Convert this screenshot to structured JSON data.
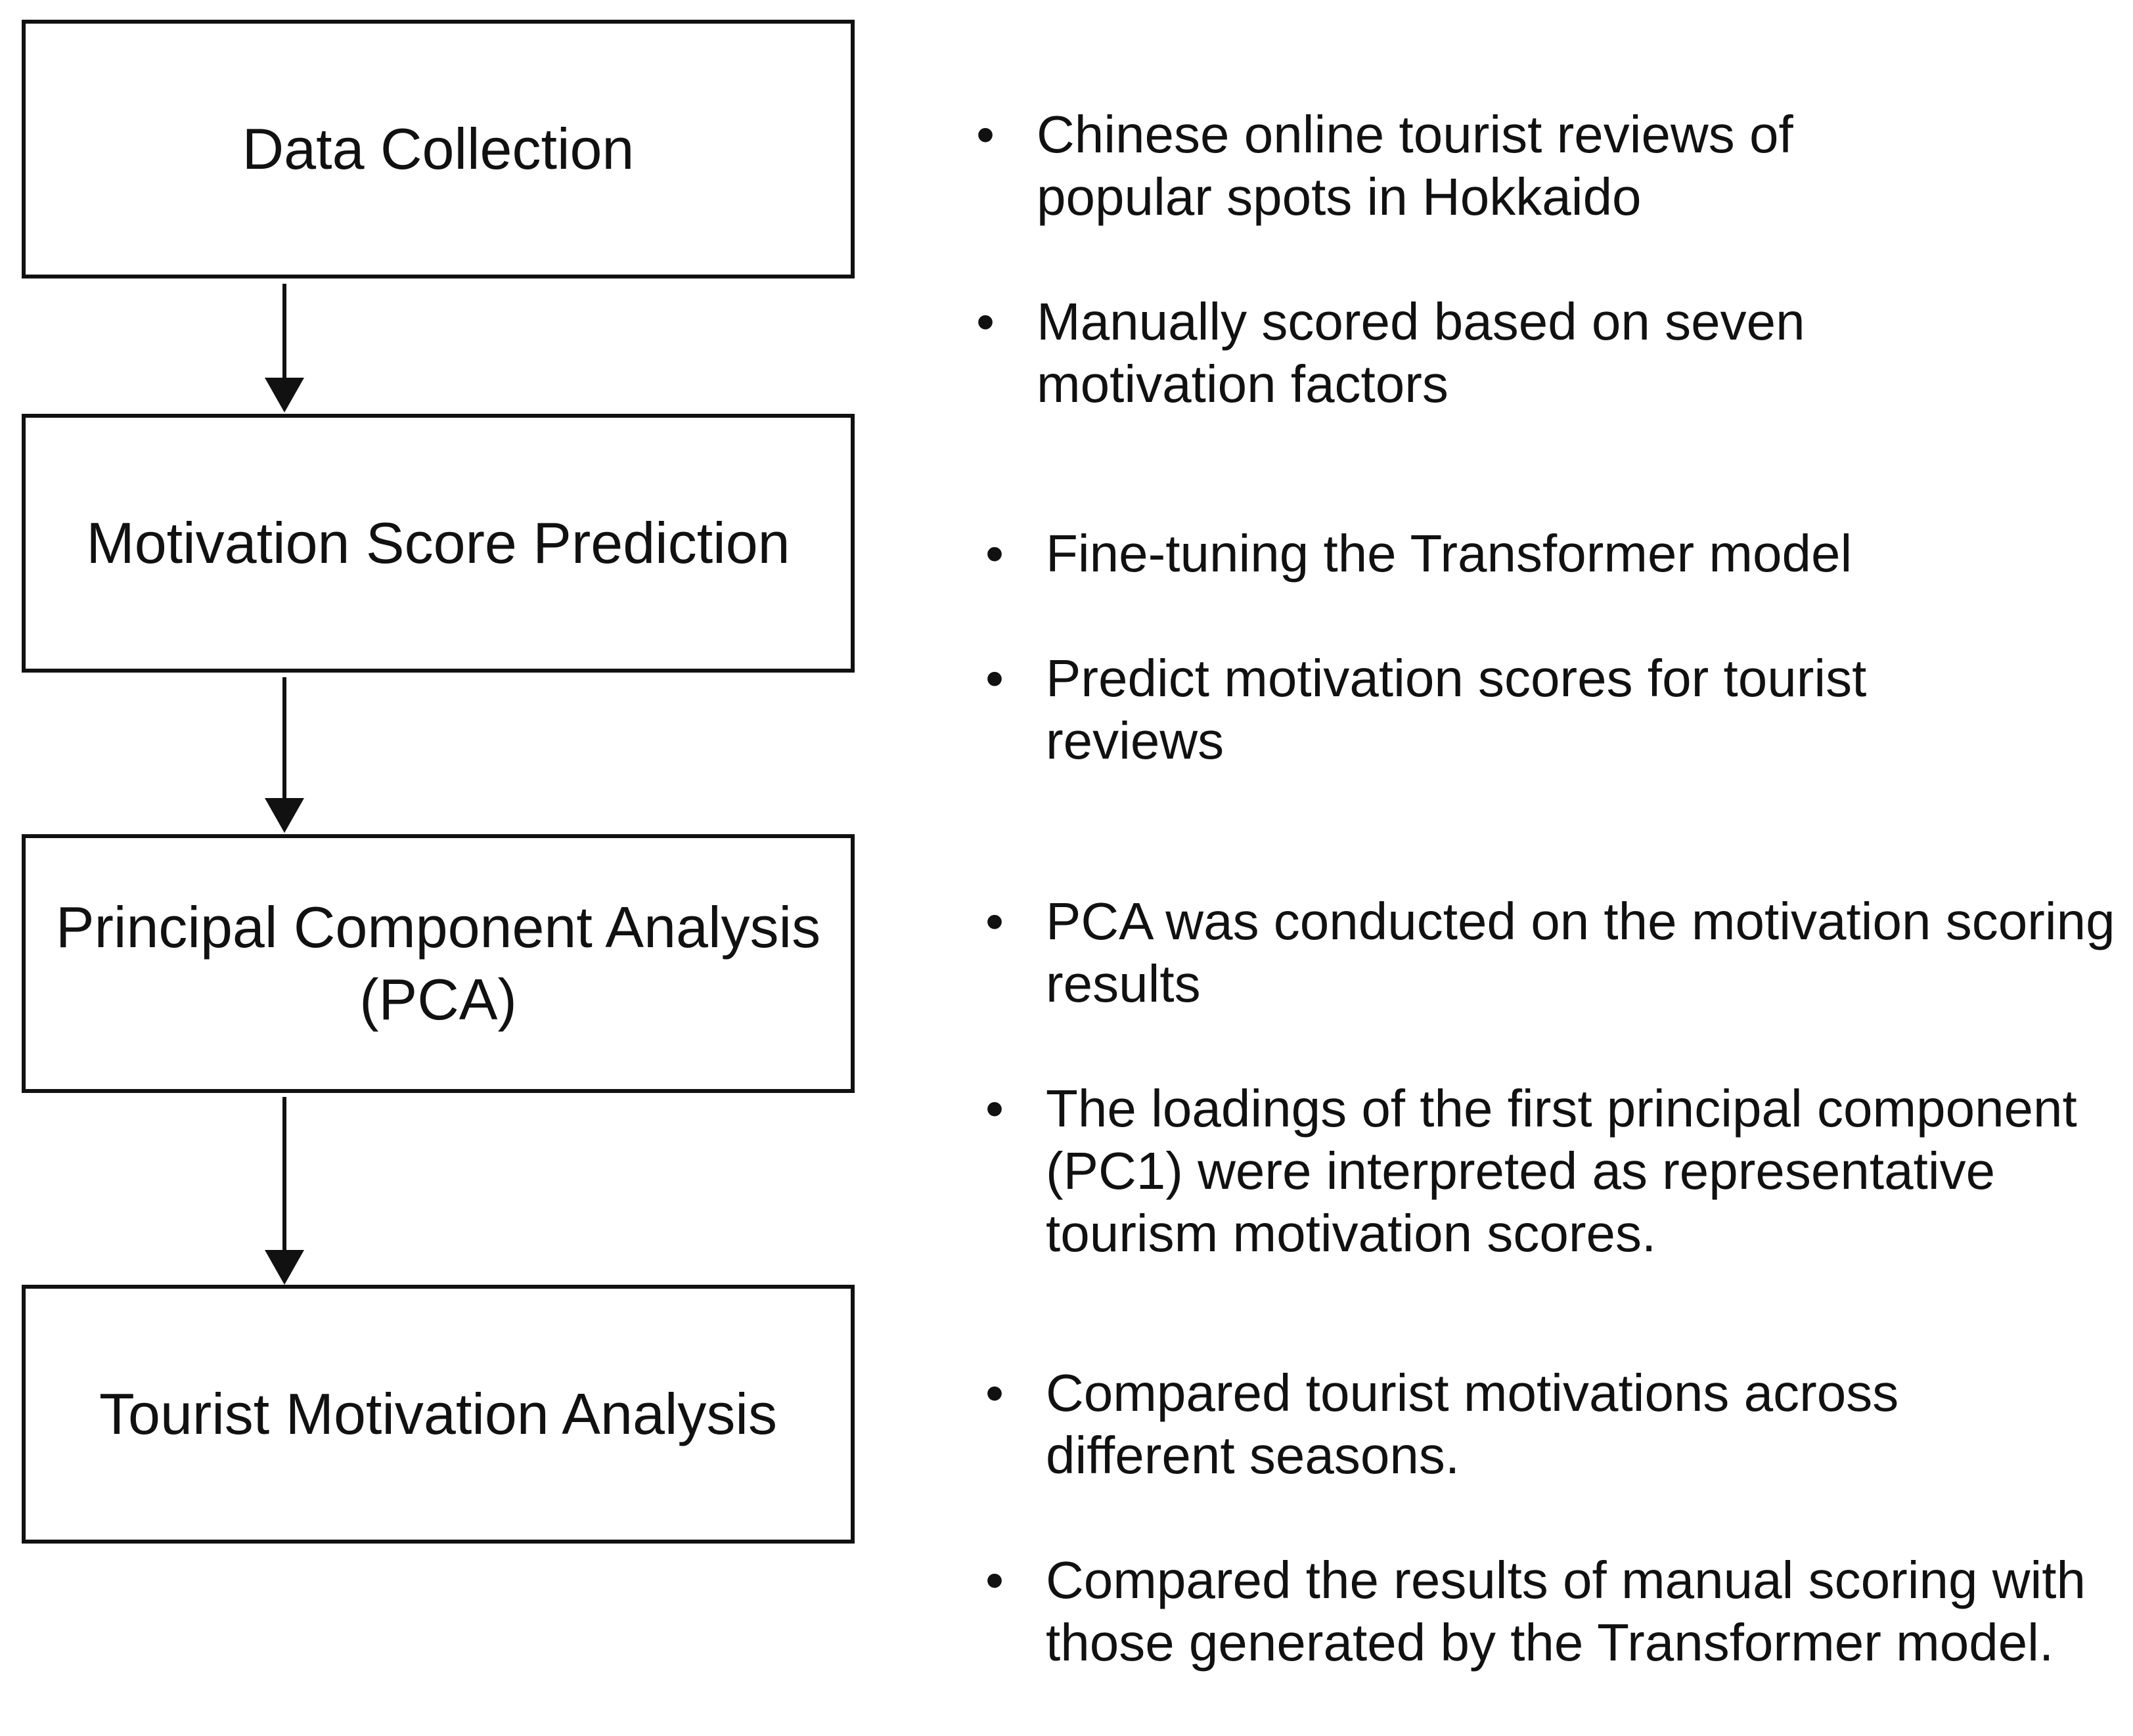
{
  "stages": [
    {
      "title": "Data Collection",
      "bullets": [
        "Chinese online tourist reviews of\npopular spots in Hokkaido",
        "Manually scored based on seven\nmotivation factors"
      ]
    },
    {
      "title": "Motivation Score Prediction",
      "bullets": [
        "Fine-tuning the Transformer model",
        "Predict motivation scores for tourist\nreviews"
      ]
    },
    {
      "title": "Principal Component Analysis\n(PCA)",
      "bullets": [
        "PCA was conducted on the motivation scoring\nresults",
        "The loadings of the first principal component\n(PC1) were interpreted as representative\ntourism motivation scores."
      ]
    },
    {
      "title": "Tourist Motivation Analysis",
      "bullets": [
        "Compared tourist motivations across\ndifferent seasons.",
        "Compared the results of manual scoring with\nthose generated by the Transformer model."
      ]
    }
  ],
  "bullet_glyph": "•"
}
